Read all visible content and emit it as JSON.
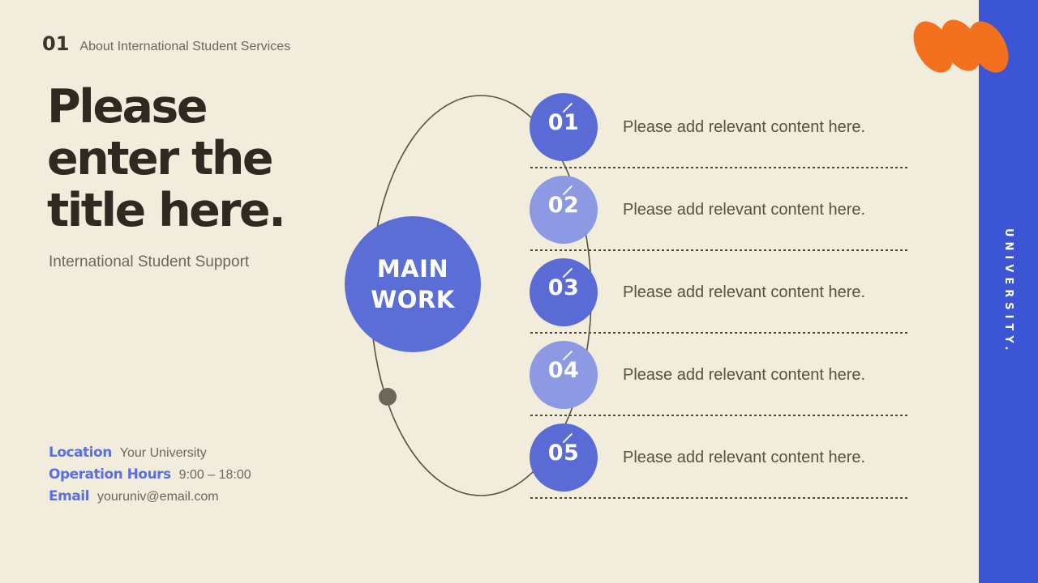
{
  "slide": {
    "header": {
      "number": "01",
      "label": "About International Student Services"
    },
    "title_lines": [
      "Please",
      "enter the",
      "title here."
    ],
    "subtitle": "International Student Support",
    "contact": [
      {
        "label": "Location",
        "value": "Your University"
      },
      {
        "label": "Operation Hours",
        "value": "9:00 – 18:00"
      },
      {
        "label": "Email",
        "value": "youruniv@email.com"
      }
    ],
    "main_circle": {
      "line1": "MAIN",
      "line2": "WORK"
    },
    "items": [
      {
        "number": "01",
        "text": "Please add relevant content here."
      },
      {
        "number": "02",
        "text": "Please add relevant content here."
      },
      {
        "number": "03",
        "text": "Please add relevant content here."
      },
      {
        "number": "04",
        "text": "Please add relevant content here."
      },
      {
        "number": "05",
        "text": "Please add relevant content here."
      }
    ],
    "sidebar": {
      "vertical_text": "UNIVERSITY."
    },
    "colors": {
      "background": "#f2ecdd",
      "title_text": "#2e2a22",
      "muted_text": "#6b675a",
      "content_text": "#57523f",
      "accent_blue": "#5b6fe0",
      "circle_dark_blue": "#5a6bd5",
      "circle_light_blue": "#8d99e3",
      "main_circle_blue": "#5b6ed6",
      "sidebar_blue": "#3c55d4",
      "orange": "#f3701e",
      "orbit_line": "#57513f",
      "orbit_dot": "#6b685a"
    }
  }
}
